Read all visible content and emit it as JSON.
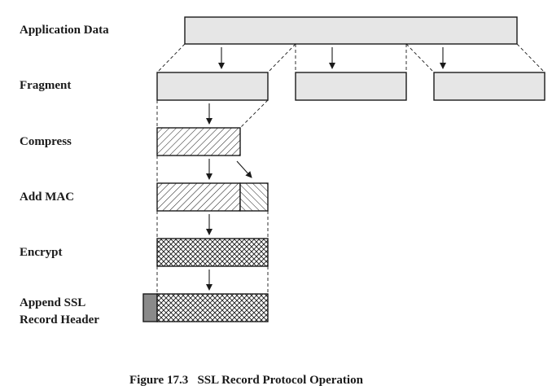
{
  "stages": {
    "application_data": "Application Data",
    "fragment": "Fragment",
    "compress": "Compress",
    "add_mac": "Add MAC",
    "encrypt": "Encrypt",
    "append_header_line1": "Append SSL",
    "append_header_line2": "Record Header"
  },
  "caption": "Figure 17.3   SSL Record Protocol Operation",
  "colors": {
    "data_fill": "#e6e6e6",
    "header_fill": "#8a8a8a",
    "line": "#1a1a1a",
    "background": "#ffffff"
  },
  "patterns": {
    "compress": "diagonal-hatch",
    "mac": "reverse-diagonal-hatch",
    "encrypt": "cross-hatch"
  }
}
